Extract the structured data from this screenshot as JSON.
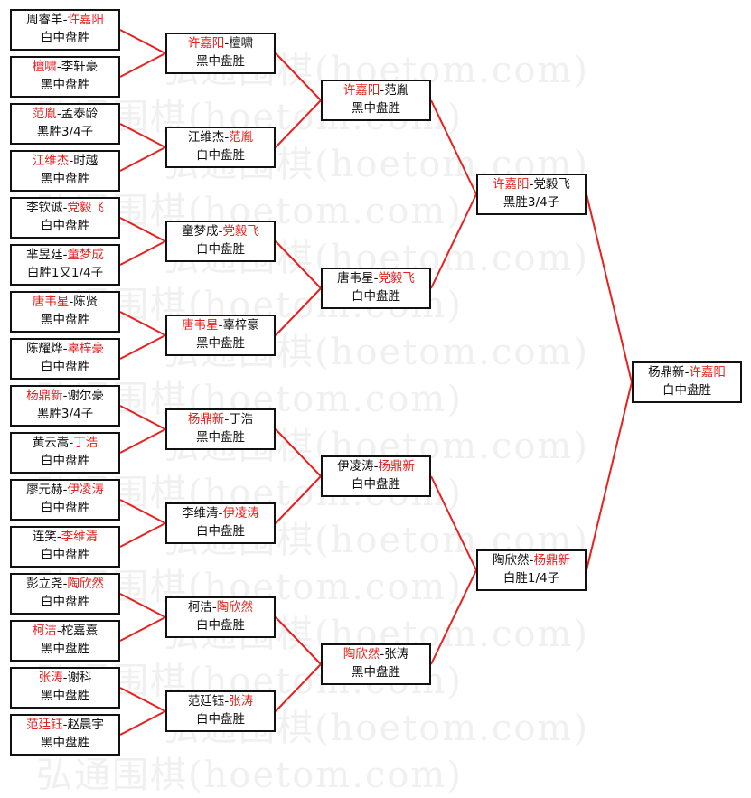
{
  "watermark": "弘通围棋(hoetom.com)",
  "colors": {
    "winner": "#e8201e",
    "line": "#e8201e",
    "border": "#111111"
  },
  "rounds": [
    [
      {
        "p": [
          "周睿羊",
          "许嘉阳"
        ],
        "w": 1,
        "result": "白中盘胜"
      },
      {
        "p": [
          "檀啸",
          "李轩豪"
        ],
        "w": 0,
        "result": "黑中盘胜"
      },
      {
        "p": [
          "范胤",
          "孟泰龄"
        ],
        "w": 0,
        "result": "黑胜3/4子"
      },
      {
        "p": [
          "江维杰",
          "时越"
        ],
        "w": 0,
        "result": "黑中盘胜"
      },
      {
        "p": [
          "李钦诚",
          "党毅飞"
        ],
        "w": 1,
        "result": "白中盘胜"
      },
      {
        "p": [
          "芈昱廷",
          "童梦成"
        ],
        "w": 1,
        "result": "白胜1又1/4子"
      },
      {
        "p": [
          "唐韦星",
          "陈贤"
        ],
        "w": 0,
        "result": "黑中盘胜"
      },
      {
        "p": [
          "陈耀烨",
          "辜梓豪"
        ],
        "w": 1,
        "result": "白中盘胜"
      },
      {
        "p": [
          "杨鼎新",
          "谢尔豪"
        ],
        "w": 0,
        "result": "黑胜3/4子"
      },
      {
        "p": [
          "黄云嵩",
          "丁浩"
        ],
        "w": 1,
        "result": "白中盘胜"
      },
      {
        "p": [
          "廖元赫",
          "伊凌涛"
        ],
        "w": 1,
        "result": "白中盘胜"
      },
      {
        "p": [
          "连笑",
          "李维清"
        ],
        "w": 1,
        "result": "白中盘胜"
      },
      {
        "p": [
          "彭立尧",
          "陶欣然"
        ],
        "w": 1,
        "result": "白中盘胜"
      },
      {
        "p": [
          "柯洁",
          "柁嘉熹"
        ],
        "w": 0,
        "result": "黑中盘胜"
      },
      {
        "p": [
          "张涛",
          "谢科"
        ],
        "w": 0,
        "result": "黑中盘胜"
      },
      {
        "p": [
          "范廷钰",
          "赵晨宇"
        ],
        "w": 0,
        "result": "黑中盘胜"
      }
    ],
    [
      {
        "p": [
          "许嘉阳",
          "檀啸"
        ],
        "w": 0,
        "result": "黑中盘胜"
      },
      {
        "p": [
          "江维杰",
          "范胤"
        ],
        "w": 1,
        "result": "白中盘胜"
      },
      {
        "p": [
          "童梦成",
          "党毅飞"
        ],
        "w": 1,
        "result": "白中盘胜"
      },
      {
        "p": [
          "唐韦星",
          "辜梓豪"
        ],
        "w": 0,
        "result": "黑中盘胜"
      },
      {
        "p": [
          "杨鼎新",
          "丁浩"
        ],
        "w": 0,
        "result": "黑中盘胜"
      },
      {
        "p": [
          "李维清",
          "伊凌涛"
        ],
        "w": 1,
        "result": "白中盘胜"
      },
      {
        "p": [
          "柯洁",
          "陶欣然"
        ],
        "w": 1,
        "result": "白中盘胜"
      },
      {
        "p": [
          "范廷钰",
          "张涛"
        ],
        "w": 1,
        "result": "白中盘胜"
      }
    ],
    [
      {
        "p": [
          "许嘉阳",
          "范胤"
        ],
        "w": 0,
        "result": "黑中盘胜"
      },
      {
        "p": [
          "唐韦星",
          "党毅飞"
        ],
        "w": 1,
        "result": "白中盘胜"
      },
      {
        "p": [
          "伊凌涛",
          "杨鼎新"
        ],
        "w": 1,
        "result": "白中盘胜"
      },
      {
        "p": [
          "陶欣然",
          "张涛"
        ],
        "w": 0,
        "result": "黑中盘胜"
      }
    ],
    [
      {
        "p": [
          "许嘉阳",
          "党毅飞"
        ],
        "w": 0,
        "result": "黑胜3/4子"
      },
      {
        "p": [
          "陶欣然",
          "杨鼎新"
        ],
        "w": 1,
        "result": "白胜1/4子"
      }
    ],
    [
      {
        "p": [
          "杨鼎新",
          "许嘉阳"
        ],
        "w": 1,
        "result": "白中盘胜"
      }
    ]
  ]
}
